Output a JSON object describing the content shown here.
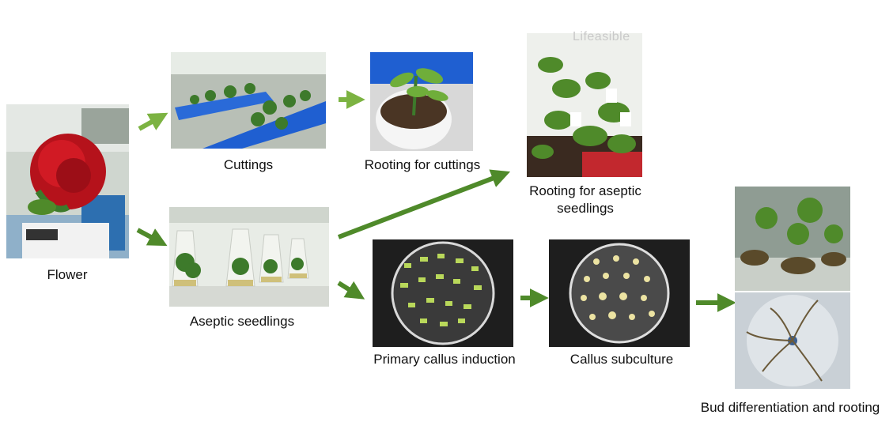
{
  "stages": {
    "flower": "Flower",
    "cuttings": "Cuttings",
    "rooting_cuttings": "Rooting for cuttings",
    "rooting_aseptic_line1": "Rooting for aseptic",
    "rooting_aseptic_line2": "seedlings",
    "aseptic_seedlings": "Aseptic seedlings",
    "primary_callus": "Primary callus induction",
    "callus_subculture": "Callus subculture",
    "bud_differentiation": "Bud differentiation and rooting"
  },
  "watermark": "Lifeasible",
  "colors": {
    "arrow_light": "#7cb342",
    "arrow_dark": "#4f8a2a"
  }
}
